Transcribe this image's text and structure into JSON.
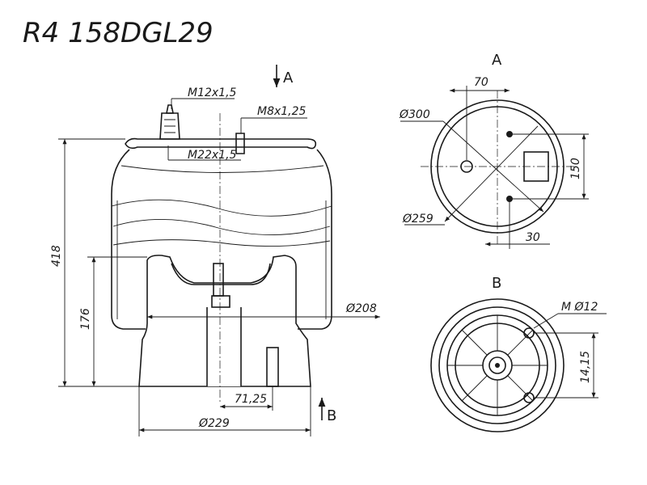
{
  "title": "R4 158DGL29",
  "views": {
    "top": "A",
    "bottom": "B"
  },
  "side_view": {
    "thread_top": "M12x1,5",
    "thread_side": "M8x1,25",
    "thread_bottom": "M22x1,5",
    "height_total": "418",
    "height_piston": "176",
    "diameter_piston": "Ø208",
    "offset": "71,25",
    "diameter_base": "Ø229"
  },
  "view_a": {
    "offset_70": "70",
    "diameter_300": "Ø300",
    "diameter_259": "Ø259",
    "spacing_150": "150",
    "offset_30": "30"
  },
  "view_b": {
    "thread": "M Ø12",
    "spacing": "14,15"
  }
}
